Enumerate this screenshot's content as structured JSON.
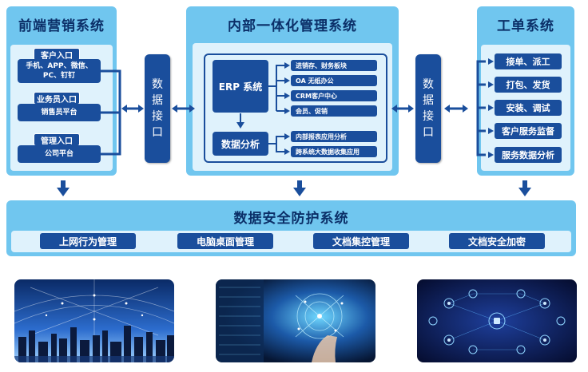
{
  "frontend": {
    "title": "前端营销系统",
    "entries": [
      {
        "head": "客户入口",
        "lines": [
          "手机、APP、微信、",
          "PC、钉钉"
        ]
      },
      {
        "head": "业务员入口",
        "lines": [
          "销售员平台"
        ]
      },
      {
        "head": "管理入口",
        "lines": [
          "公司平台"
        ]
      }
    ]
  },
  "interface_left": {
    "chars": [
      "数",
      "据",
      "接",
      "口"
    ]
  },
  "interface_right": {
    "chars": [
      "数",
      "据",
      "接",
      "口"
    ]
  },
  "internal": {
    "title": "内部一体化管理系统",
    "erp_label": "ERP 系统",
    "erp_modules": [
      "进销存、财务板块",
      "OA 无纸办公",
      "CRM客户中心",
      "会员、促销"
    ],
    "analysis_label": "数据分析",
    "analysis_modules": [
      "内部报表应用分析",
      "跨系统大数据收集应用"
    ]
  },
  "work_order": {
    "title": "工单系统",
    "items": [
      "接单、派工",
      "打包、发货",
      "安装、调试",
      "客户服务监督",
      "服务数据分析"
    ]
  },
  "security": {
    "title": "数据安全防护系统",
    "items": [
      "上网行为管理",
      "电脑桌面管理",
      "文档集控管理",
      "文档安全加密"
    ]
  },
  "colors": {
    "panel": "#70c6ef",
    "panel_inner": "#dff2fc",
    "navy": "#1a4e9c",
    "title_text": "#0b2f68",
    "arrow": "#1a4e9c"
  },
  "images": [
    "city-skyline-network-photo",
    "hand-touching-data-network-photo",
    "connected-device-icons-network-photo"
  ]
}
